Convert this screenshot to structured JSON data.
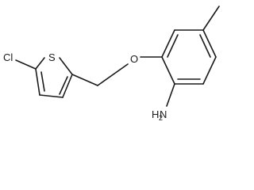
{
  "molecule": {
    "atoms": {
      "chlorine": "Cl",
      "sulfur": "S",
      "oxygen": "O",
      "amine_n": "N",
      "amine_h": "H",
      "amine_h_count": "2"
    }
  }
}
